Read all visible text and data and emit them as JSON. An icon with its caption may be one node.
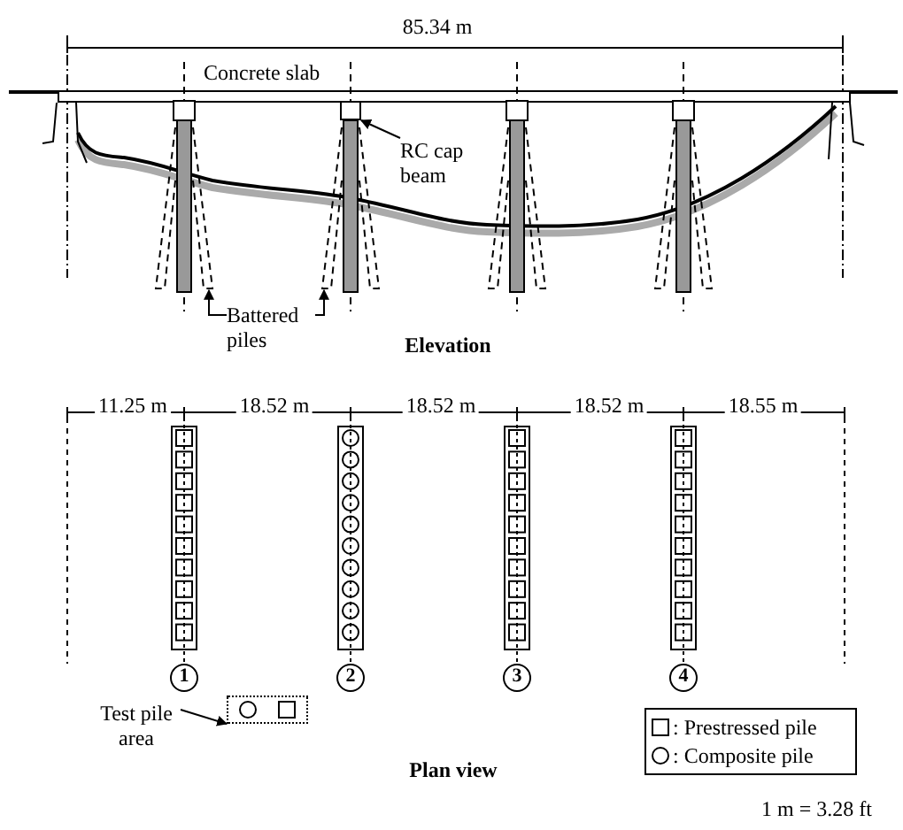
{
  "diagram": {
    "nodes": [
      {
        "text": [
          "RC cap beam"
        ]
      },
      {
        "text": [],
        "shape": "box"
      },
      {
        "text": [
          "Battered piles"
        ]
      },
      {
        "text": [],
        "shape": "bar"
      },
      {
        "text": [],
        "shape": "bar"
      },
      {
        "text": [
          "Test pile area"
        ]
      },
      {
        "text": [],
        "shape": "box"
      },
      {
        "text": [
          "1"
        ]
      },
      {
        "text": [
          "2"
        ]
      },
      {
        "text": [
          "3"
        ]
      },
      {
        "text": [
          "4"
        ]
      }
    ],
    "edges": [
      {
        "from": 0,
        "to": 1,
        "arrow": "to"
      },
      {
        "from": 2,
        "to": 3,
        "arrow": "to"
      },
      {
        "from": 2,
        "to": 4,
        "arrow": "to"
      },
      {
        "from": 5,
        "to": 6,
        "arrow": "to"
      }
    ],
    "labels": [
      "85.34 m",
      "Concrete slab",
      "Elevation",
      "11.25 m",
      "18.52 m",
      "18.52 m",
      "18.52 m",
      "18.55 m",
      "Plan view",
      "1 m = 3.28 ft"
    ],
    "legend": [
      {
        "text": ": Prestressed pile"
      },
      {
        "text": ": Composite pile"
      }
    ]
  }
}
